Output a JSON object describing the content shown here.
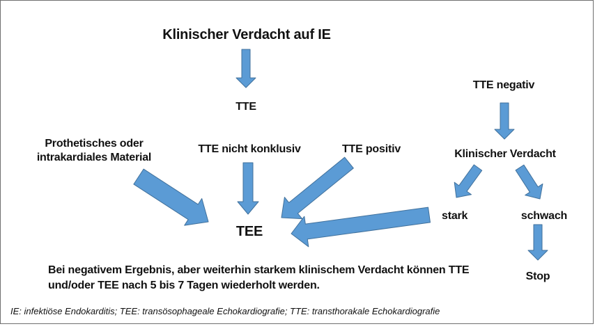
{
  "nodes": {
    "suspicion": "Klinischer Verdacht auf IE",
    "tte": "TTE",
    "prosthetic_line1": "Prothetisches oder",
    "prosthetic_line2": "intrakardiales Material",
    "tte_inconclusive": "TTE nicht konklusiv",
    "tte_positive": "TTE positiv",
    "tee": "TEE",
    "tte_negative": "TTE negativ",
    "clinical_suspicion": "Klinischer Verdacht",
    "strong": "stark",
    "weak": "schwach",
    "stop": "Stop"
  },
  "note": {
    "line1": "Bei negativem Ergebnis, aber weiterhin starkem klinischem Verdacht können TTE",
    "line2": "und/oder TEE nach 5 bis 7 Tagen wiederholt werden."
  },
  "footnote": "IE: infektiöse Endokarditis; TEE: transösophageale Echokardiografie; TTE: transthorakale Echokardiografie",
  "colors": {
    "arrow_fill": "#5b9bd5",
    "arrow_stroke": "#41719c"
  }
}
